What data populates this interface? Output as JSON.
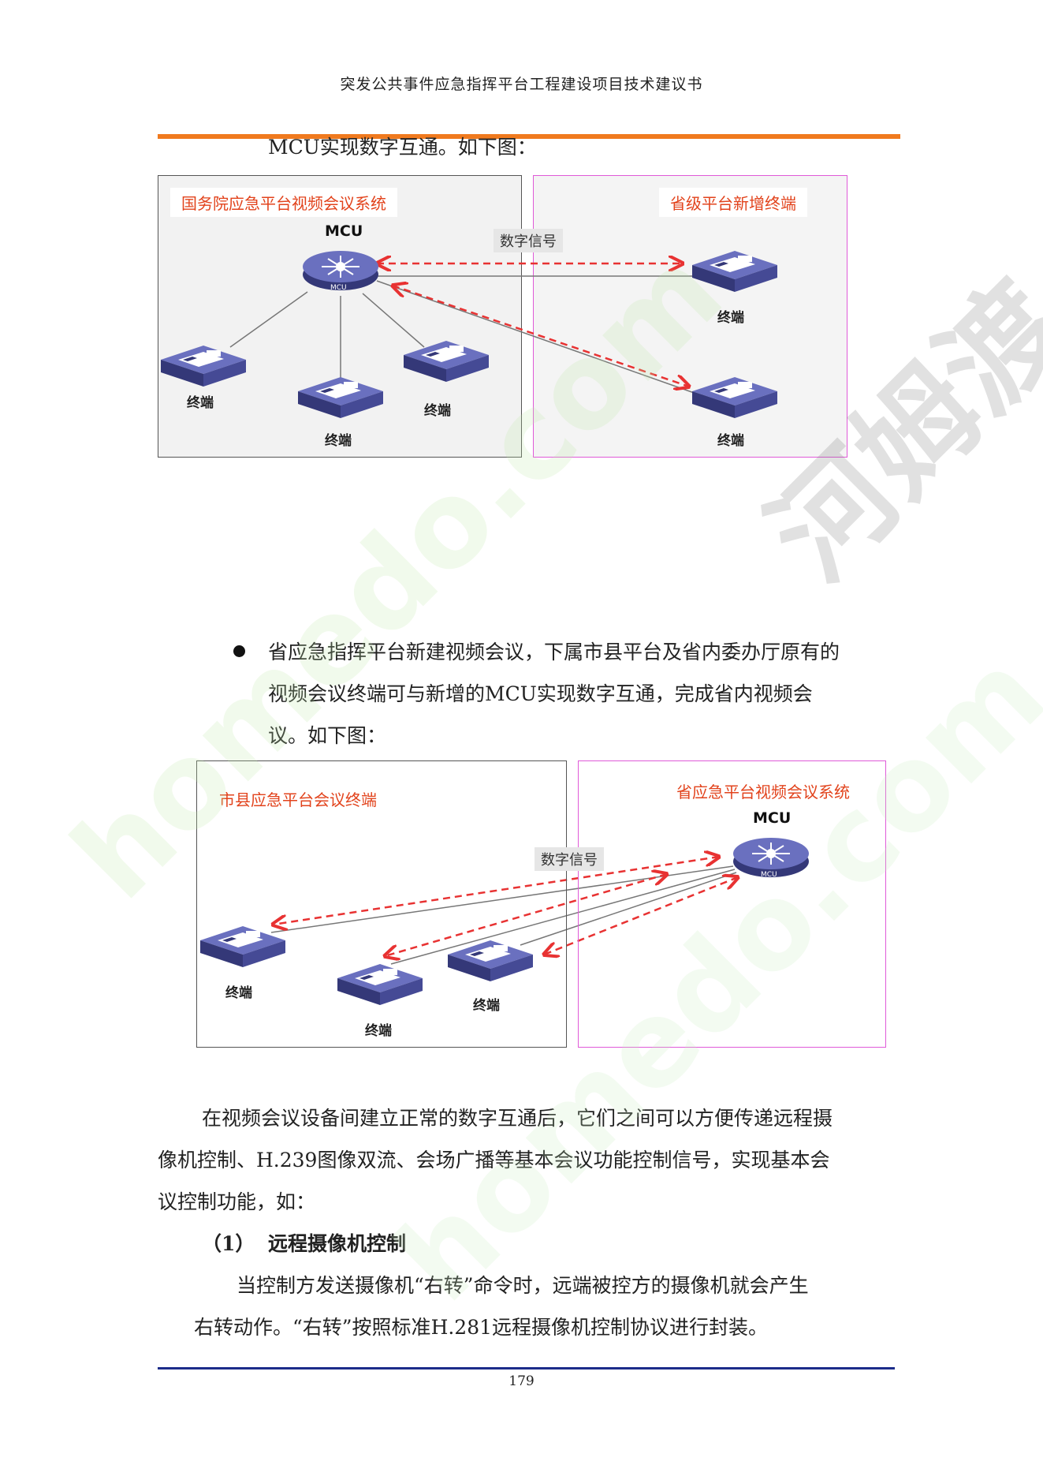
{
  "header": {
    "title": "突发公共事件应急指挥平台工程建设项目技术建议书"
  },
  "intro_line": "MCU实现数字互通。如下图：",
  "diagram1": {
    "left_label": "国务院应急平台视频会议系统",
    "right_label": "省级平台新增终端",
    "mcu_label": "MCU",
    "mcu_badge": "MCU",
    "signal_label": "数字信号",
    "terminal_label": "终端"
  },
  "bullet_text": [
    "省应急指挥平台新建视频会议，下属市县平台及省内委办厅原有的",
    "视频会议终端可与新增的MCU实现数字互通，完成省内视频会",
    "议。如下图："
  ],
  "diagram2": {
    "left_label": "市县应急平台会议终端",
    "right_label": "省应急平台视频会议系统",
    "mcu_label": "MCU",
    "mcu_badge": "MCU",
    "signal_label": "数字信号",
    "terminal_label": "终端"
  },
  "paragraph": [
    "在视频会议设备间建立正常的数字互通后，它们之间可以方便传递远程摄",
    "像机控制、H.239图像双流、会场广播等基本会议功能控制信号，实现基本会",
    "议控制功能，如："
  ],
  "section_heading": {
    "number": "（1）",
    "title": "远程摄像机控制"
  },
  "section_paragraph": [
    "当控制方发送摄像机“右转”命令时，远端被控方的摄像机就会产生",
    "右转动作。“右转”按照标准H.281远程摄像机控制协议进行封装。"
  ],
  "watermarks": {
    "site": "homedo.com",
    "brand": "河姆渡"
  },
  "colors": {
    "header_rule": "#f07a1e",
    "footer_rule": "#1c2c8a",
    "label_red": "#e2431c",
    "signal_red": "#e83232",
    "device_blue": "#4a4f9e"
  },
  "footer": {
    "page_number": "179"
  }
}
